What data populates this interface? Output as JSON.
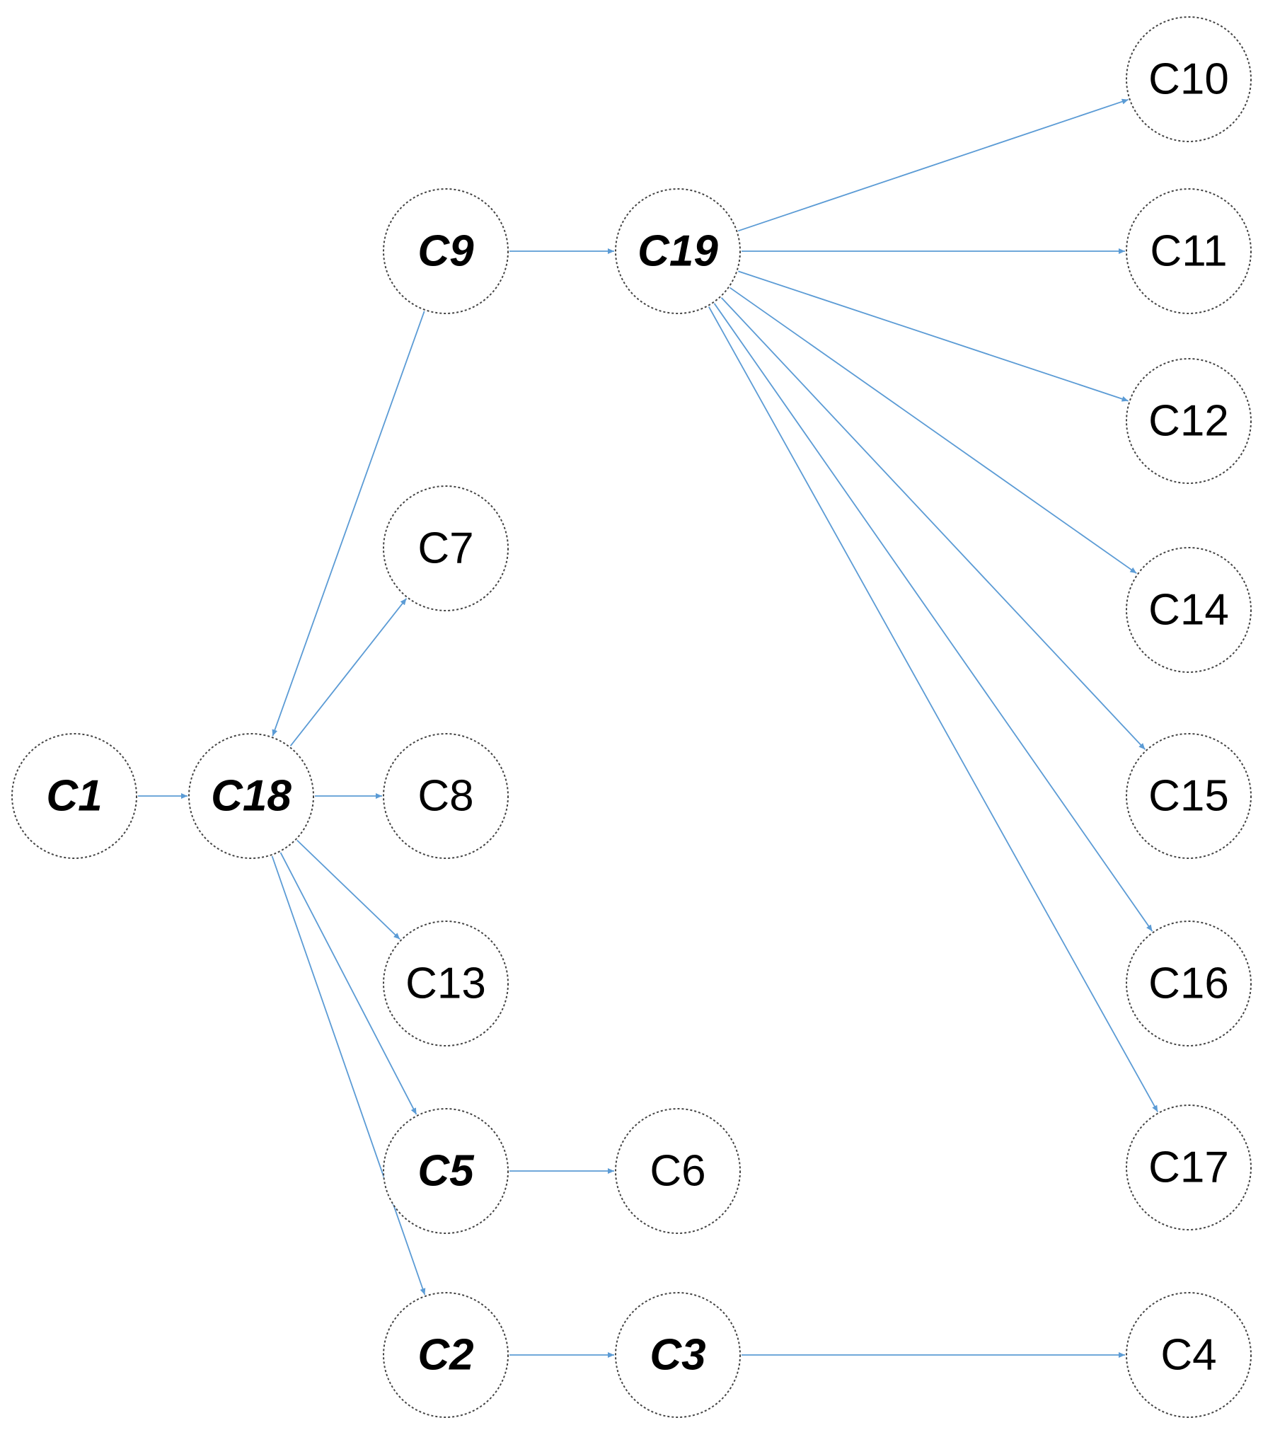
{
  "diagram": {
    "edge_color": "#5b9bd5",
    "node_border_color": "#444444",
    "nodes": [
      {
        "id": "C1",
        "label": "C1",
        "key": true
      },
      {
        "id": "C18",
        "label": "C18",
        "key": true
      },
      {
        "id": "C9",
        "label": "C9",
        "key": true
      },
      {
        "id": "C7",
        "label": "C7",
        "key": false
      },
      {
        "id": "C8",
        "label": "C8",
        "key": false
      },
      {
        "id": "C13",
        "label": "C13",
        "key": false
      },
      {
        "id": "C5",
        "label": "C5",
        "key": true
      },
      {
        "id": "C2",
        "label": "C2",
        "key": true
      },
      {
        "id": "C19",
        "label": "C19",
        "key": true
      },
      {
        "id": "C6",
        "label": "C6",
        "key": false
      },
      {
        "id": "C3",
        "label": "C3",
        "key": true
      },
      {
        "id": "C10",
        "label": "C10",
        "key": false
      },
      {
        "id": "C11",
        "label": "C11",
        "key": false
      },
      {
        "id": "C12",
        "label": "C12",
        "key": false
      },
      {
        "id": "C14",
        "label": "C14",
        "key": false
      },
      {
        "id": "C15",
        "label": "C15",
        "key": false
      },
      {
        "id": "C16",
        "label": "C16",
        "key": false
      },
      {
        "id": "C17",
        "label": "C17",
        "key": false
      },
      {
        "id": "C4",
        "label": "C4",
        "key": false
      }
    ],
    "edges": [
      {
        "from": "C1",
        "to": "C18"
      },
      {
        "from": "C9",
        "to": "C18"
      },
      {
        "from": "C18",
        "to": "C7"
      },
      {
        "from": "C18",
        "to": "C8"
      },
      {
        "from": "C18",
        "to": "C13"
      },
      {
        "from": "C18",
        "to": "C5"
      },
      {
        "from": "C18",
        "to": "C2"
      },
      {
        "from": "C9",
        "to": "C19"
      },
      {
        "from": "C5",
        "to": "C6"
      },
      {
        "from": "C2",
        "to": "C3"
      },
      {
        "from": "C3",
        "to": "C4"
      },
      {
        "from": "C19",
        "to": "C10"
      },
      {
        "from": "C19",
        "to": "C11"
      },
      {
        "from": "C19",
        "to": "C12"
      },
      {
        "from": "C19",
        "to": "C14"
      },
      {
        "from": "C19",
        "to": "C15"
      },
      {
        "from": "C19",
        "to": "C16"
      },
      {
        "from": "C19",
        "to": "C17"
      }
    ]
  }
}
